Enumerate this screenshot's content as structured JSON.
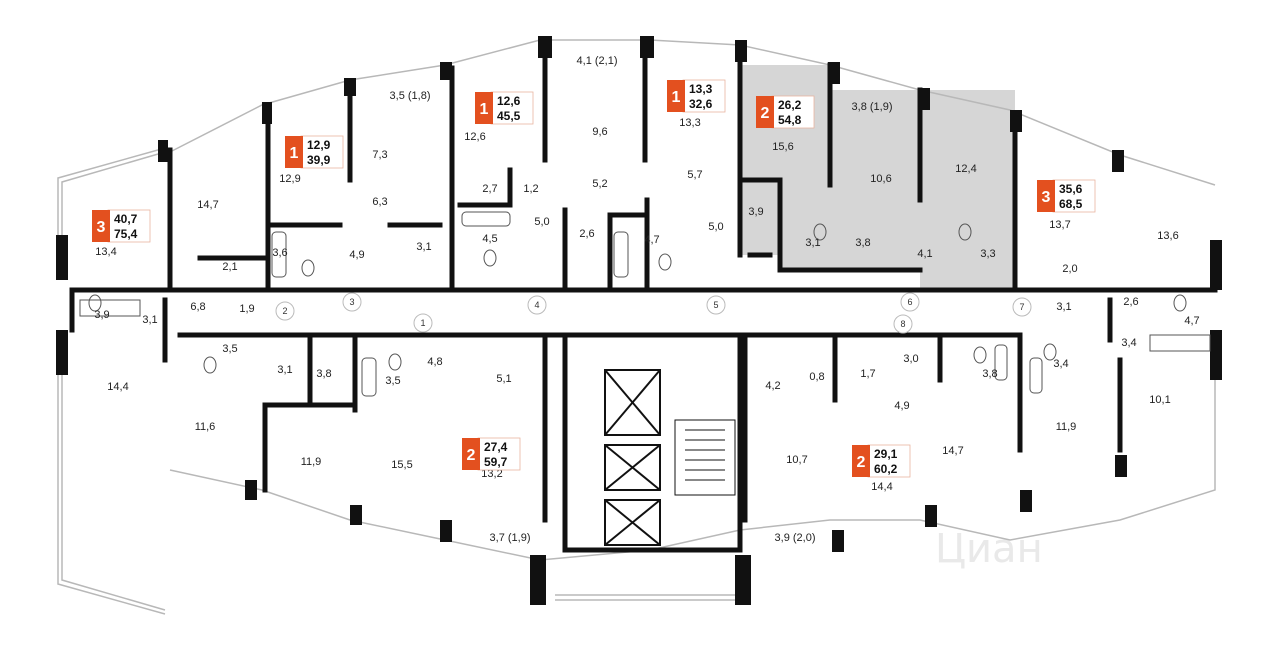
{
  "watermark": "Циан",
  "colors": {
    "badge": "#e3501f",
    "selected_unit": "#d6d6d6",
    "wall": "#111111",
    "window": "#b8b8b8"
  },
  "apartments": [
    {
      "id": "apt-a",
      "rooms": "3",
      "living": "40,7",
      "total": "75,4",
      "selected": false
    },
    {
      "id": "apt-b",
      "rooms": "1",
      "living": "12,9",
      "total": "39,9",
      "selected": false
    },
    {
      "id": "apt-c",
      "rooms": "1",
      "living": "12,6",
      "total": "45,5",
      "selected": false
    },
    {
      "id": "apt-d",
      "rooms": "1",
      "living": "13,3",
      "total": "32,6",
      "selected": false
    },
    {
      "id": "apt-e",
      "rooms": "2",
      "living": "26,2",
      "total": "54,8",
      "selected": true
    },
    {
      "id": "apt-f",
      "rooms": "3",
      "living": "35,6",
      "total": "68,5",
      "selected": false
    },
    {
      "id": "apt-g",
      "rooms": "2",
      "living": "27,4",
      "total": "59,7",
      "selected": false
    },
    {
      "id": "apt-h",
      "rooms": "2",
      "living": "29,1",
      "total": "60,2",
      "selected": false
    }
  ],
  "room_labels": [
    "13,4",
    "14,7",
    "3,9",
    "3,1",
    "6,8",
    "2,1",
    "1,9",
    "14,4",
    "11,6",
    "3,5",
    "3,1",
    "12,9",
    "3,6",
    "4,9",
    "3,5 (1,8)",
    "7,3",
    "6,3",
    "3,1",
    "12,6",
    "2,7",
    "1,2",
    "4,5",
    "5,0",
    "4,1 (2,1)",
    "9,6",
    "5,2",
    "2,6",
    "4,7",
    "13,3",
    "5,7",
    "5,0",
    "3,9",
    "15,6",
    "3,1",
    "3,8",
    "3,8 (1,9)",
    "10,6",
    "12,4",
    "4,1",
    "3,3",
    "13,7",
    "2,0",
    "13,6",
    "3,1",
    "2,6",
    "4,7",
    "3,4",
    "10,1",
    "3,8",
    "3,5",
    "4,8",
    "11,9",
    "15,5",
    "5,1",
    "13,2",
    "3,7 (1,9)",
    "4,2",
    "0,8",
    "1,7",
    "3,0",
    "10,7",
    "3,9 (2,0)",
    "14,4",
    "4,9",
    "3,8",
    "14,7",
    "3,4",
    "11,9"
  ],
  "door_numbers": [
    "1",
    "2",
    "3",
    "4",
    "5",
    "6",
    "7",
    "8"
  ]
}
